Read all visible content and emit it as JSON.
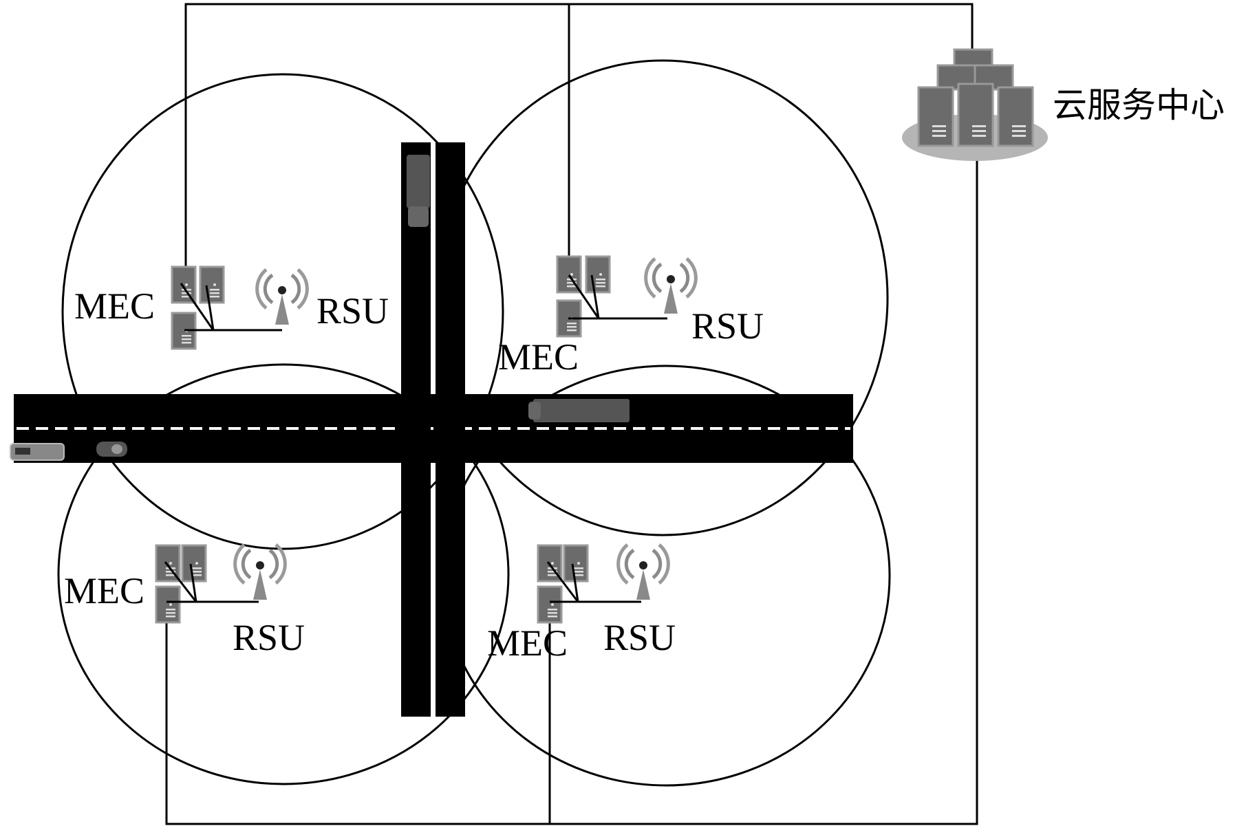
{
  "cloud": {
    "label": "云服务中心"
  },
  "zones": [
    {
      "mec_label": "MEC",
      "rsu_label": "RSU"
    },
    {
      "mec_label": "MEC",
      "rsu_label": "RSU"
    },
    {
      "mec_label": "MEC",
      "rsu_label": "RSU"
    },
    {
      "mec_label": "MEC",
      "rsu_label": "RSU"
    }
  ],
  "colors": {
    "road": "#000000",
    "lane_marking": "#ffffff",
    "server": "#6b6b6b",
    "server_light": "#8a8a8a",
    "cloud_base": "#b5b5b5",
    "antenna": "#7a7a7a",
    "line": "#000000"
  },
  "icons": [
    "server-icon",
    "antenna-icon",
    "vehicle-icon",
    "cloud-server-cluster-icon"
  ]
}
